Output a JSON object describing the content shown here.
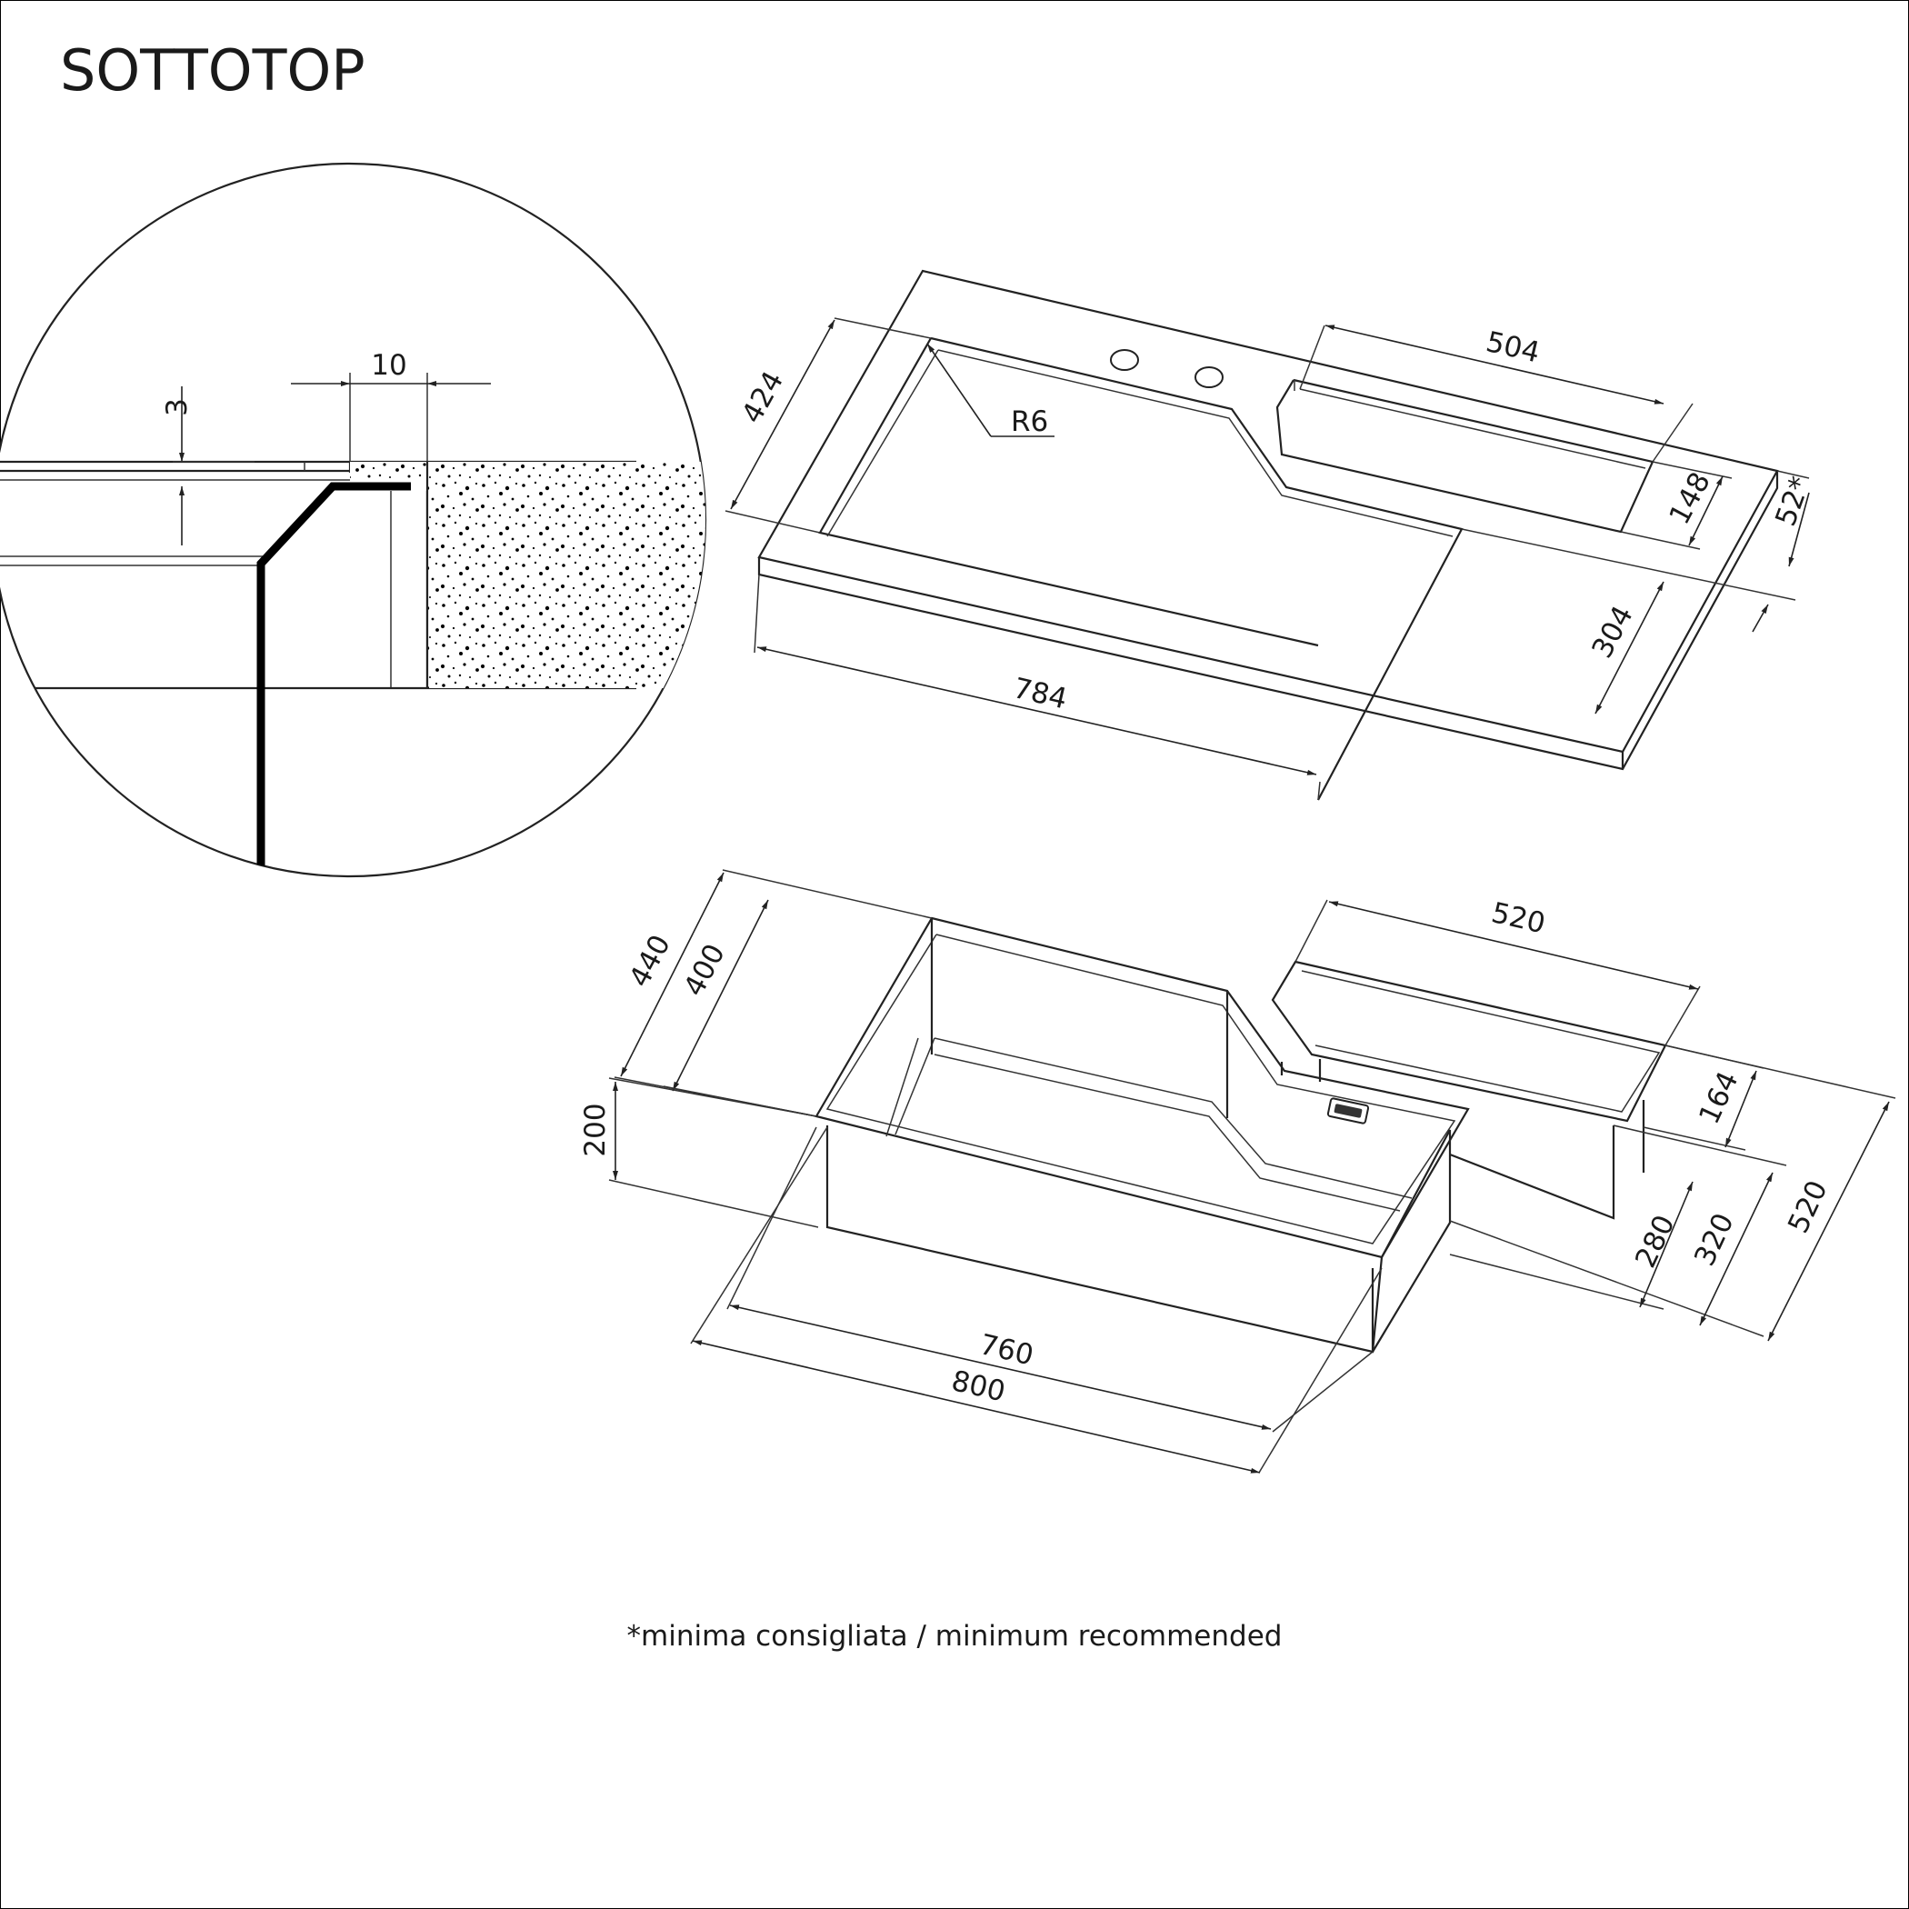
{
  "title": "SOTTOTOP",
  "footnote": "*minima consigliata / minimum recommended",
  "detail_view": {
    "dims": {
      "thickness": "3",
      "offset": "10"
    }
  },
  "countertop_view": {
    "dims": {
      "length": "784",
      "depth": "424",
      "drainer_length": "504",
      "drainer_depth": "148",
      "front_to_bowl": "304",
      "edge_min": "52*",
      "radius": "R6"
    }
  },
  "sink_view": {
    "dims": {
      "outer_length": "800",
      "inner_length": "760",
      "outer_depth": "440",
      "inner_depth": "400",
      "height": "200",
      "drainer_length": "520",
      "drainer_depth": "164",
      "d280": "280",
      "d320": "320",
      "overall_depth": "520"
    }
  }
}
